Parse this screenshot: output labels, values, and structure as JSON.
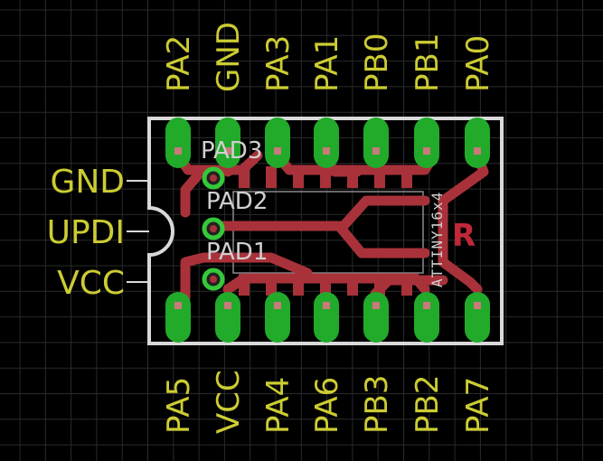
{
  "top_pins": [
    "PA2",
    "GND",
    "PA3",
    "PA1",
    "PB0",
    "PB1",
    "PA0"
  ],
  "bottom_pins": [
    "PA5",
    "VCC",
    "PA4",
    "PA6",
    "PB3",
    "PB2",
    "PA7"
  ],
  "side_pins": [
    "GND",
    "UPDI",
    "VCC"
  ],
  "pads": [
    "PAD3",
    "PAD2",
    "PAD1"
  ],
  "chip_label": "ATTINY16x4",
  "ref_label": "R",
  "colors": {
    "background": "#000000",
    "grid": "#2a2a2a",
    "label": "#cccc33",
    "pad_green": "#22aa2a",
    "via_ring": "#35c83a",
    "trace_red": "#a9323a",
    "outline": "#d9d9d9",
    "ref_red": "#c0283a"
  }
}
